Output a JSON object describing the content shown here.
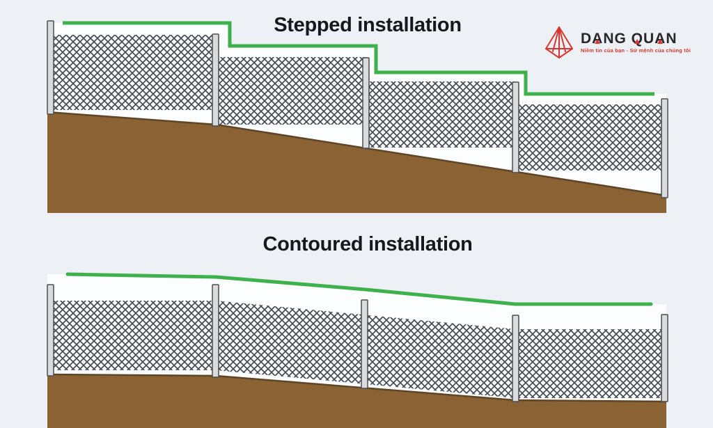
{
  "page": {
    "background": "#edf1f5"
  },
  "header": {
    "stepped_title": "Stepped installation",
    "contoured_title": "Contoured installation"
  },
  "logo": {
    "name": "DANG QUAN",
    "tagline": "Niềm tin của bạn - Sứ mệnh của chúng tôi",
    "icon": "pyramid-wireframe-icon"
  },
  "colors": {
    "page_bg": "#edf1f5",
    "backdrop_white": "#fcfdfe",
    "rail_green": "#3eb04c",
    "ground_brown": "#8a6234",
    "ground_edge": "#5e4526",
    "post_fill": "#d9dbdc",
    "post_border": "#4a4d50",
    "mesh_line": "#454b53",
    "title_color": "#15181d",
    "brand_red": "#d6362e",
    "brand_dark": "#27262e"
  },
  "diagram": {
    "stepped": {
      "posts": 5,
      "mesh_panels": 4
    },
    "contoured": {
      "posts": 5,
      "mesh_panels": 1
    }
  }
}
